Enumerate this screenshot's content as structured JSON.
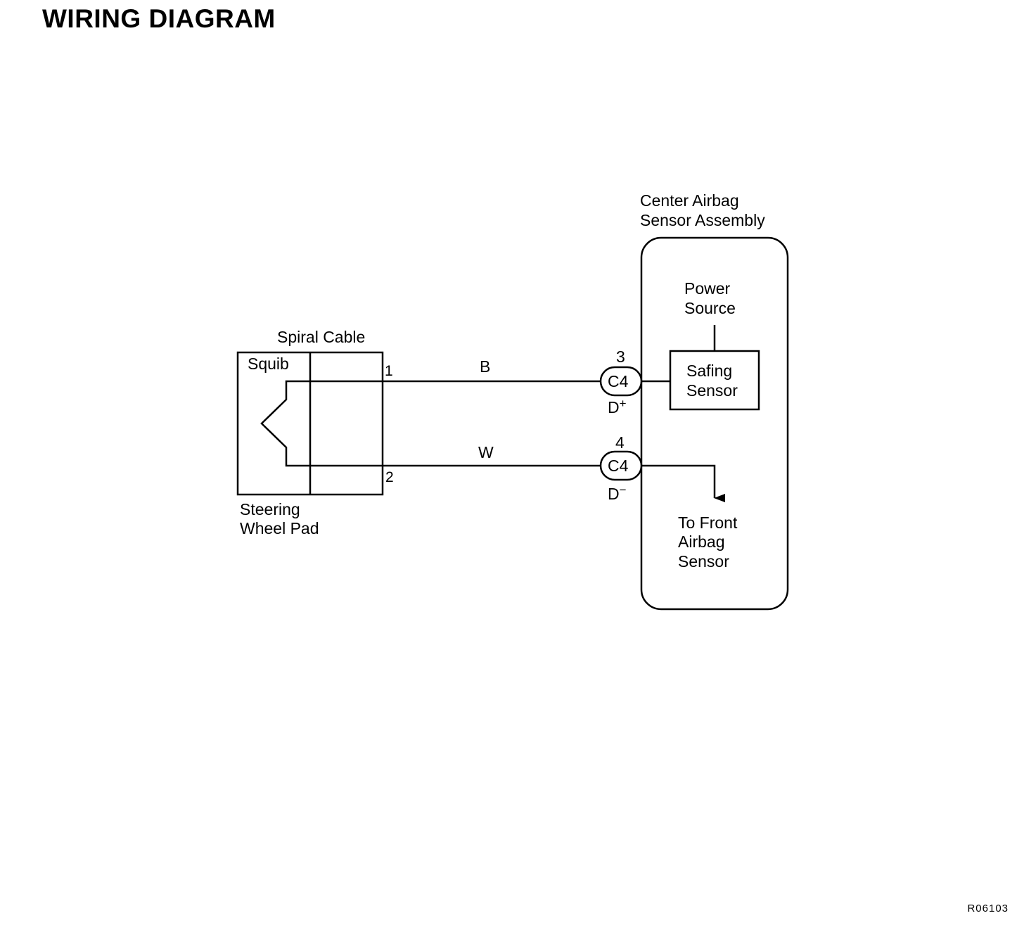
{
  "title": "WIRING DIAGRAM",
  "figure_ref": "R06103",
  "steering_wheel_pad": {
    "label_line1": "Steering",
    "label_line2": "Wheel Pad",
    "squib_label": "Squib"
  },
  "spiral_cable": {
    "label": "Spiral Cable",
    "pin_top": "1",
    "pin_bottom": "2"
  },
  "wires": {
    "top_color": "B",
    "bottom_color": "W"
  },
  "connectors": {
    "top": {
      "pin": "3",
      "name": "C4",
      "terminal": "D",
      "terminal_sign": "+"
    },
    "bottom": {
      "pin": "4",
      "name": "C4",
      "terminal": "D",
      "terminal_sign": "−"
    }
  },
  "center_airbag_sensor": {
    "label_line1": "Center Airbag",
    "label_line2": "Sensor Assembly",
    "power_source_line1": "Power",
    "power_source_line2": "Source",
    "safing_sensor_line1": "Safing",
    "safing_sensor_line2": "Sensor",
    "to_front_line1": "To Front",
    "to_front_line2": "Airbag",
    "to_front_line3": "Sensor"
  }
}
